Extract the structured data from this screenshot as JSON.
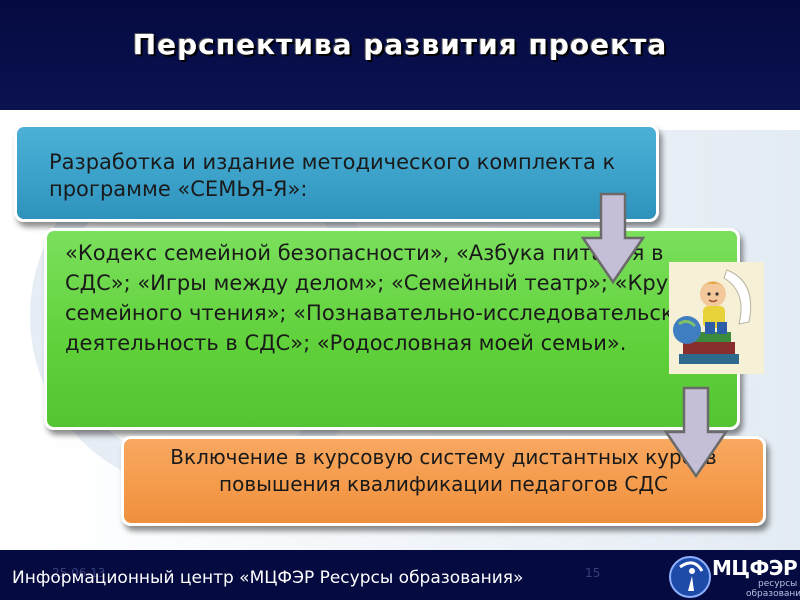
{
  "slide": {
    "title": "Перспектива развития проекта"
  },
  "steps": [
    {
      "text": "Разработка и издание методического комплекта к программе «СЕМЬЯ-Я»:"
    },
    {
      "text": "«Кодекс семейной безопасности», «Азбука питания в СДС»; «Игры между делом»; «Семейный театр»; «Круг семейного чтения»; «Познавательно-исследовательская деятельность в СДС»; «Родословная моей семьи»."
    },
    {
      "text": "Включение в курсовую систему дистантных курсов повышения квалификации педагогов СДС"
    }
  ],
  "footer": {
    "text": "Информационный центр «МЦФЭР Ресурсы образования»",
    "date": "25.06.13",
    "page": "15"
  },
  "logo": {
    "name": "МЦФЭР",
    "sub1": "ресурсы",
    "sub2": "образования"
  },
  "colors": {
    "header": "#050a40",
    "blue_box": "#3aa0c8",
    "green_box": "#5fd03a",
    "orange_box": "#f49a4a",
    "arrow": "#c4bed6"
  },
  "icons": {
    "picture": "boy-reading-books-illustration",
    "arrows": "down-arrow-icon"
  }
}
